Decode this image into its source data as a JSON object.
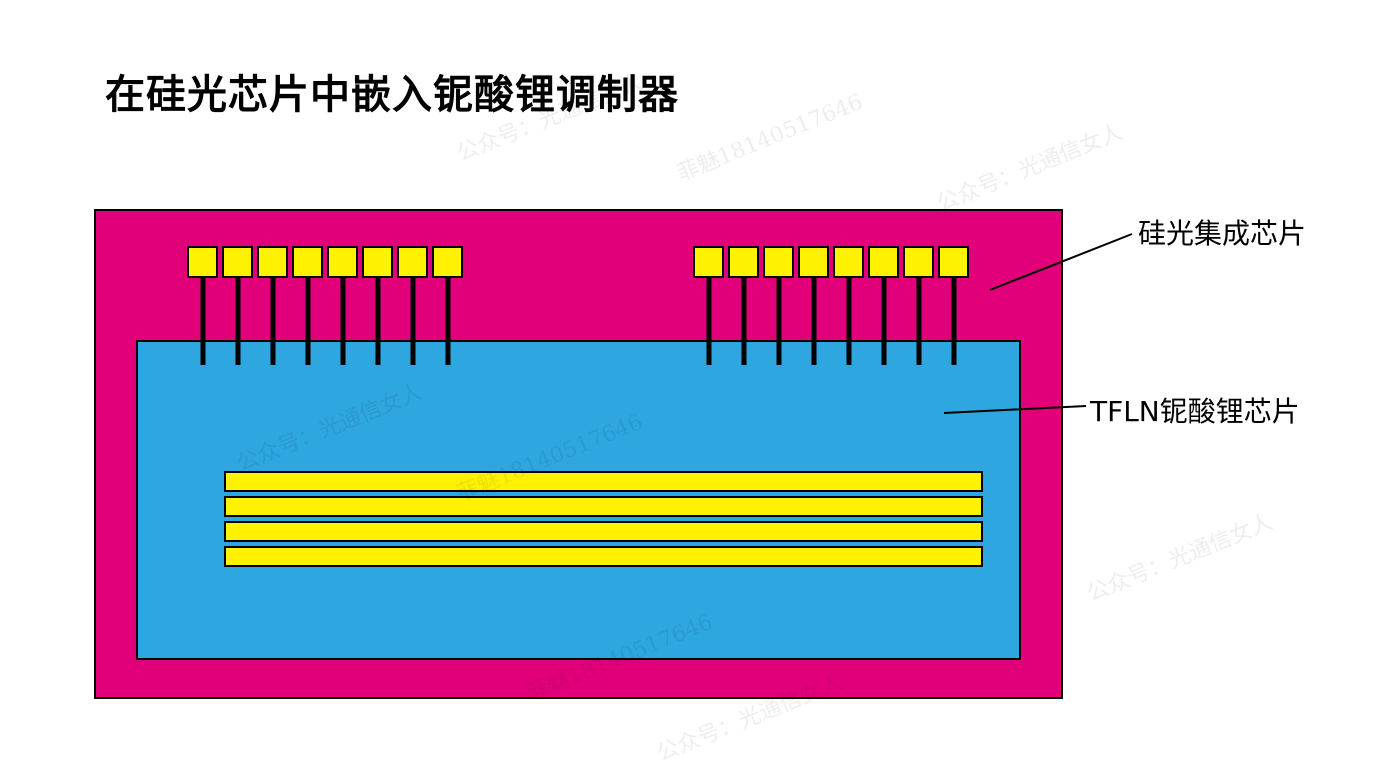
{
  "title": "在硅光芯片中嵌入铌酸锂调制器",
  "labels": {
    "silicon_chip": "硅光集成芯片",
    "tfln_chip": "TFLN铌酸锂芯片"
  },
  "diagram": {
    "left_pad_count": 8,
    "right_pad_count": 8,
    "electrode_bar_count": 4
  },
  "colors": {
    "silicon_chip": "#E2007A",
    "tfln_chip": "#2EA6DF",
    "pads": "#FFF200",
    "outline": "#000000"
  },
  "watermarks": [
    "公众号：光通信女人",
    "菲魅18140517646"
  ]
}
